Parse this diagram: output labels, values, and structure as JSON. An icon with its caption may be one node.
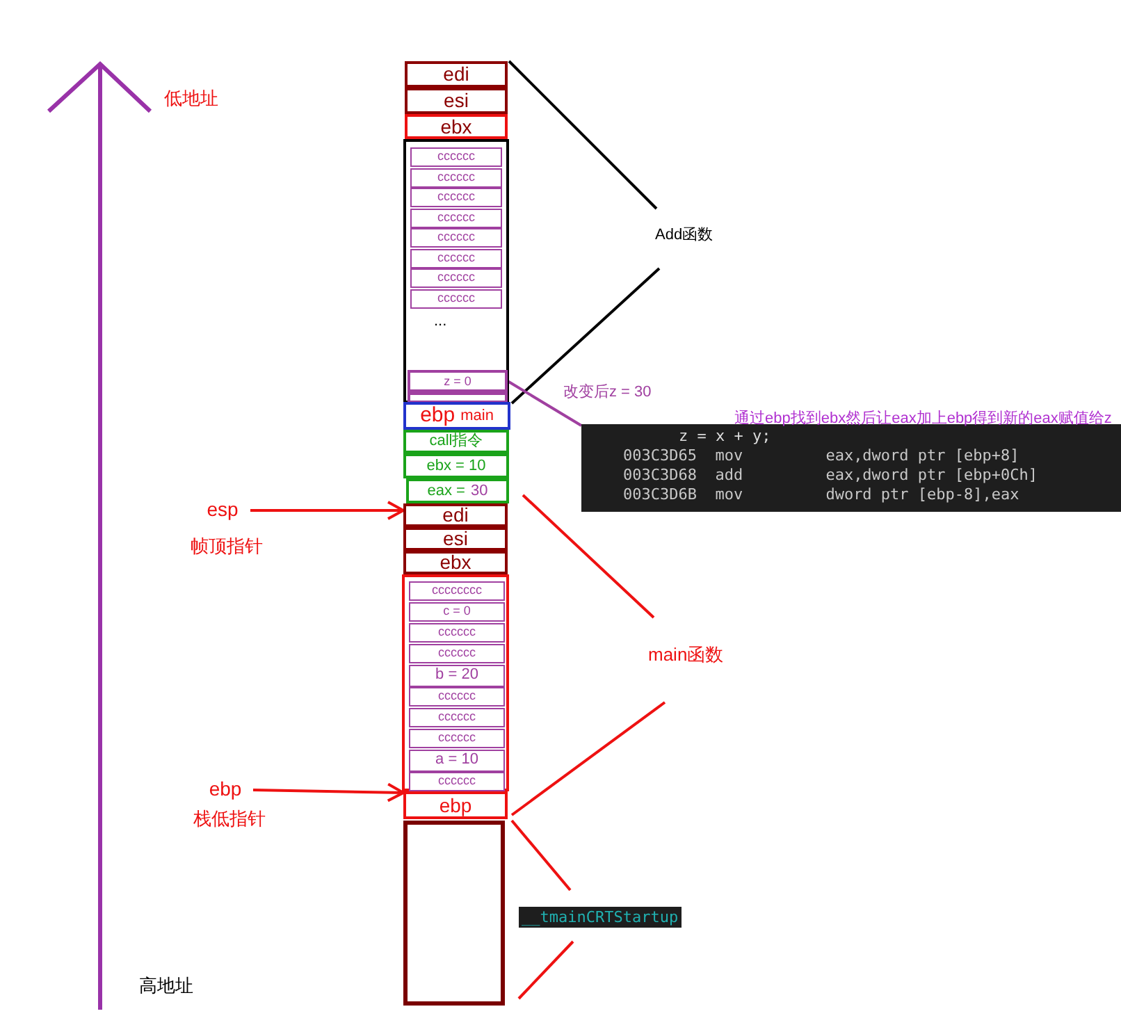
{
  "diagram": {
    "nodes": [
      {
        "text": [
          "edi"
        ]
      },
      {
        "text": [
          "esi"
        ]
      },
      {
        "text": [
          "ebx"
        ]
      },
      {
        "text": [
          "..."
        ]
      },
      {
        "text": [
          "cccccc"
        ],
        "in": 3
      },
      {
        "text": [
          "cccccc"
        ],
        "in": 3
      },
      {
        "text": [
          "cccccc"
        ],
        "in": 3
      },
      {
        "text": [
          "cccccc"
        ],
        "in": 3
      },
      {
        "text": [
          "cccccc"
        ],
        "in": 3
      },
      {
        "text": [
          "cccccc"
        ],
        "in": 3
      },
      {
        "text": [
          "cccccc"
        ],
        "in": 3
      },
      {
        "text": [
          "cccccc"
        ],
        "in": 3
      },
      {
        "text": [
          "z = 0"
        ],
        "in": 3
      },
      {
        "text": [],
        "shape": "box",
        "in": 3
      },
      {
        "text": [
          "ebp",
          "main"
        ]
      },
      {
        "text": [
          "call指令"
        ]
      },
      {
        "text": [
          "ebx = 10"
        ]
      },
      {
        "text": [
          "eax =",
          "30"
        ]
      },
      {
        "text": [
          "edi"
        ]
      },
      {
        "text": [
          "esi"
        ]
      },
      {
        "text": [
          "ebx"
        ]
      },
      {
        "text": [],
        "shape": "box"
      },
      {
        "text": [
          "cccccccc"
        ],
        "in": 21
      },
      {
        "text": [
          "c = 0"
        ],
        "in": 21
      },
      {
        "text": [
          "cccccc"
        ],
        "in": 21
      },
      {
        "text": [
          "cccccc"
        ],
        "in": 21
      },
      {
        "text": [
          "b = 20"
        ],
        "in": 21
      },
      {
        "text": [
          "cccccc"
        ],
        "in": 21
      },
      {
        "text": [
          "cccccc"
        ],
        "in": 21
      },
      {
        "text": [
          "cccccc"
        ],
        "in": 21
      },
      {
        "text": [
          "a = 10"
        ],
        "in": 21
      },
      {
        "text": [
          "cccccc"
        ],
        "in": 21
      },
      {
        "text": [
          "ebp"
        ]
      },
      {
        "text": [],
        "shape": "box"
      },
      {
        "text": [
          "esp"
        ]
      },
      {
        "text": [
          "ebp"
        ]
      },
      {
        "text": [
          "z = x + y;",
          "003C3D65  mov         eax,dword ptr [ebp+8]",
          "003C3D68  add         eax,dword ptr [ebp+0Ch]",
          "003C3D6B  mov         dword ptr [ebp-8],eax"
        ],
        "beside": [
          "通过ebp找到ebx然后让eax加上ebp得到新的eax赋值给z"
        ]
      }
    ],
    "edges": [
      {
        "from": 34,
        "to": 18,
        "arrow": "to"
      },
      {
        "from": 35,
        "to": 32,
        "arrow": "to"
      },
      {
        "from": 12,
        "to": 36,
        "arrow": "none",
        "color": "#a040a0"
      }
    ],
    "labels": [
      "低地址",
      "Add函数",
      "改变后z = 30",
      "帧顶指针",
      "main函数",
      "栈低指针",
      "__tmainCRTStartup",
      "高地址"
    ]
  }
}
